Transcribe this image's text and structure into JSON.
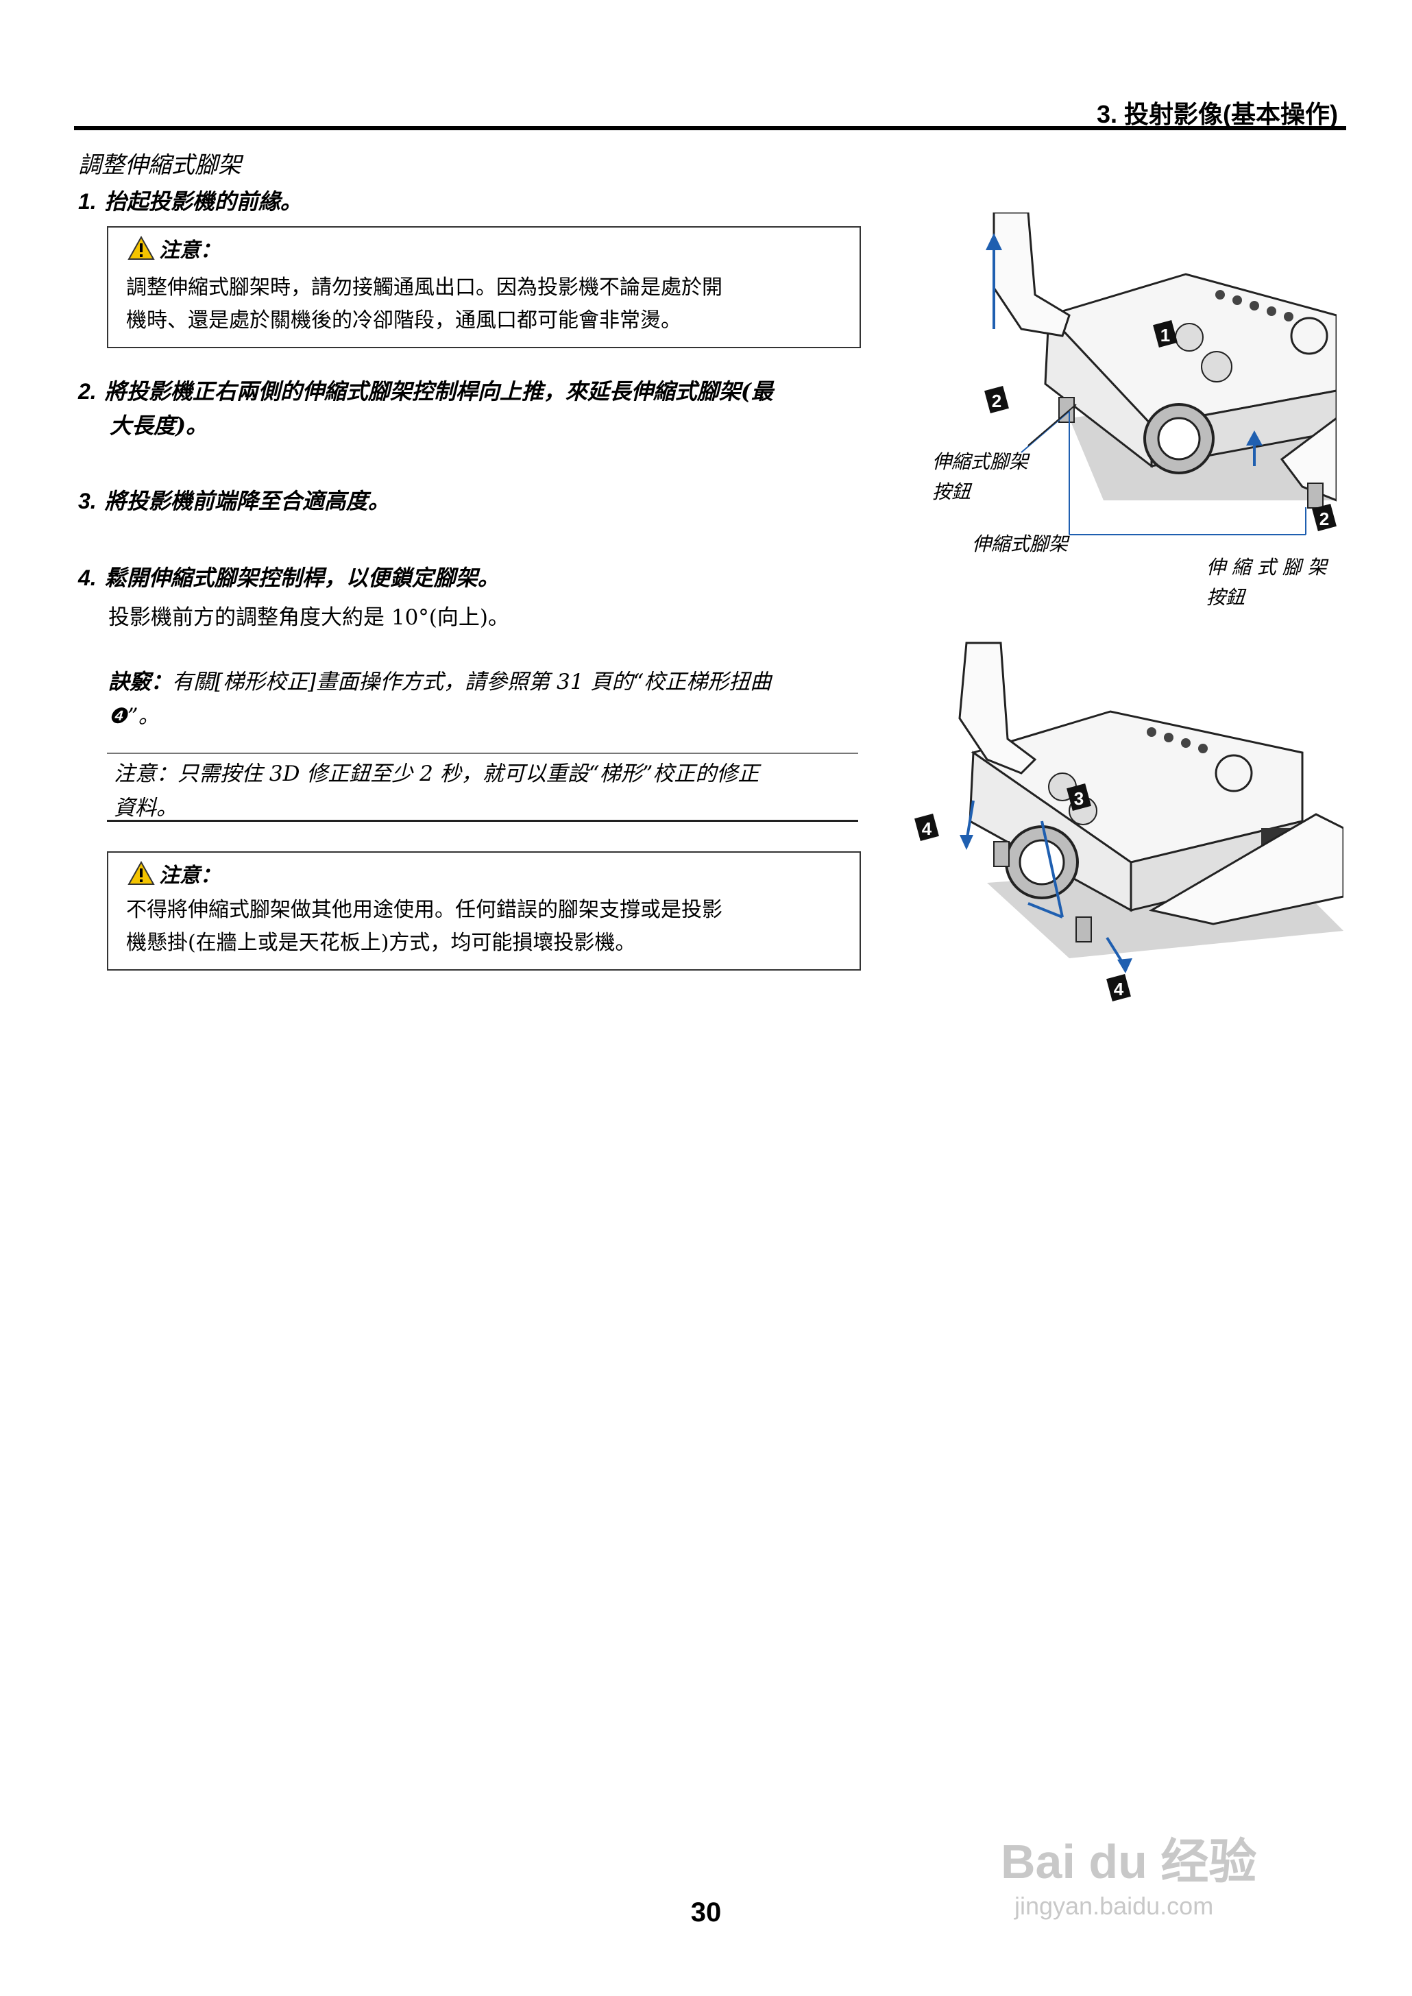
{
  "header": {
    "title": "3. 投射影像(基本操作)"
  },
  "section_title": "調整伸縮式腳架",
  "steps": [
    {
      "num": "1.",
      "text": "抬起投影機的前緣。"
    },
    {
      "num": "2.",
      "text_line1": "將投影機正右兩側的伸縮式腳架控制桿向上推，來延長伸縮式腳架(最",
      "text_line2": "大長度)。"
    },
    {
      "num": "3.",
      "text": "將投影機前端降至合適高度。"
    },
    {
      "num": "4.",
      "text": "鬆開伸縮式腳架控制桿，以便鎖定腳架。"
    }
  ],
  "caution1": {
    "label": "注意：",
    "line1": "調整伸縮式腳架時，請勿接觸通風出口。因為投影機不論是處於開",
    "line2": "機時、還是處於關機後的冷卻階段，通風口都可能會非常燙。"
  },
  "step4_detail": "投影機前方的調整角度大約是 10°(向上)。",
  "tip": {
    "label": "訣竅：",
    "line1": "有關[梯形校正]畫面操作方式，請參照第 31 頁的“校正梯形扭曲",
    "line2": "❹”。"
  },
  "note": {
    "line1": "注意：只需按住 3D 修正鈕至少 2 秒，就可以重設“梯形”校正的修正",
    "line2": "資料。"
  },
  "caution2": {
    "label": "注意：",
    "line1": "不得將伸縮式腳架做其他用途使用。任何錯誤的腳架支撐或是投影",
    "line2": "機懸掛(在牆上或是天花板上)方式，均可能損壞投影機。"
  },
  "figure_labels": {
    "tilt_button_left_1": "伸縮式腳架",
    "tilt_button_left_2": "按鈕",
    "tilt_foot": "伸縮式腳架",
    "tilt_button_right_1": "伸 縮 式 腳 架",
    "tilt_button_right_2": "按鈕"
  },
  "callouts": {
    "c1": "1",
    "c2": "2",
    "c3": "3",
    "c4": "4"
  },
  "page_number": "30",
  "watermark": {
    "brand": "Bai du 经验",
    "url": "jingyan.baidu.com"
  }
}
